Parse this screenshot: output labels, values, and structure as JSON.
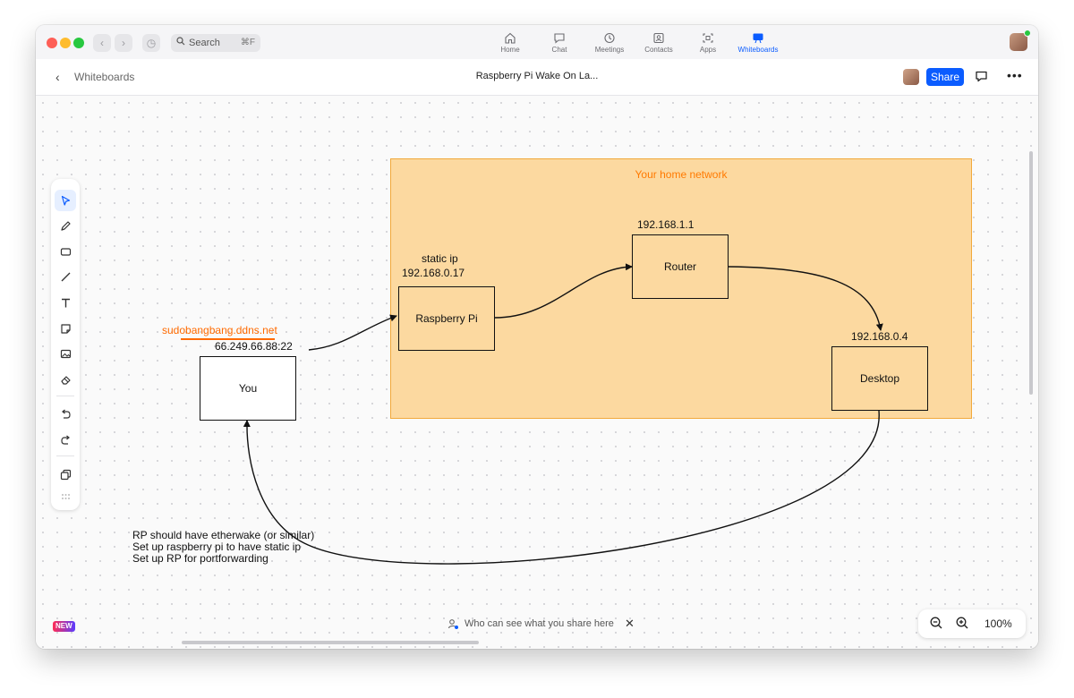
{
  "app": {
    "search_label": "Search",
    "search_shortcut": "⌘F",
    "nav_tabs": [
      {
        "label": "Home",
        "icon": "home-icon"
      },
      {
        "label": "Chat",
        "icon": "chat-icon"
      },
      {
        "label": "Meetings",
        "icon": "clock-icon"
      },
      {
        "label": "Contacts",
        "icon": "contacts-icon"
      },
      {
        "label": "Apps",
        "icon": "apps-icon"
      },
      {
        "label": "Whiteboards",
        "icon": "whiteboard-icon"
      }
    ],
    "active_tab": "Whiteboards"
  },
  "header": {
    "back_label": "Whiteboards",
    "title": "Raspberry Pi Wake On La...",
    "share_label": "Share"
  },
  "tools": [
    "select-tool-icon",
    "pen-tool-icon",
    "rectangle-tool-icon",
    "line-tool-icon",
    "text-tool-icon",
    "sticky-note-tool-icon",
    "image-tool-icon",
    "eraser-tool-icon",
    "undo-icon",
    "redo-icon",
    "layers-icon",
    "more-tools-icon"
  ],
  "whiteboard": {
    "network_label": "Your home network",
    "nodes": {
      "you": "You",
      "raspberry_pi": "Raspberry Pi",
      "router": "Router",
      "desktop": "Desktop"
    },
    "labels": {
      "ddns": "sudobangbang.ddns.net",
      "public_ip": "66.249.66.88:22",
      "static_ip": "static ip",
      "pi_ip": "192.168.0.17",
      "router_ip": "192.168.1.1",
      "desktop_ip": "192.168.0.4"
    },
    "notes": [
      "RP should have etherwake (or similar)",
      "Set up raspberry pi to have static ip",
      "Set up RP for portforwarding"
    ],
    "colors": {
      "frame_fill": "#fcd9a0",
      "frame_border": "#f2a93b",
      "label_orange": "#ff7a00"
    }
  },
  "footer": {
    "new_badge": "NEW",
    "share_hint": "Who can see what you share here",
    "zoom": "100%"
  }
}
